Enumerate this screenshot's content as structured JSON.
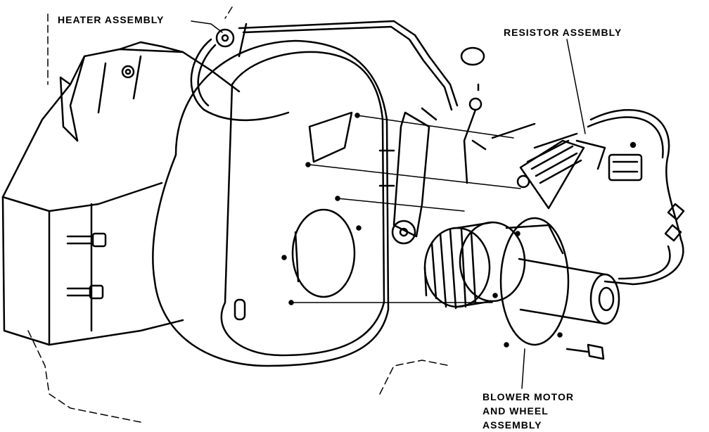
{
  "labels": {
    "heater_assembly": "HEATER ASSEMBLY",
    "resistor_assembly": "RESISTOR ASSEMBLY",
    "blower_motor_line1": "BLOWER MOTOR",
    "blower_motor_line2": "AND WHEEL",
    "blower_motor_line3": "ASSEMBLY"
  },
  "colors": {
    "ink": "#000000",
    "paper": "#ffffff"
  }
}
